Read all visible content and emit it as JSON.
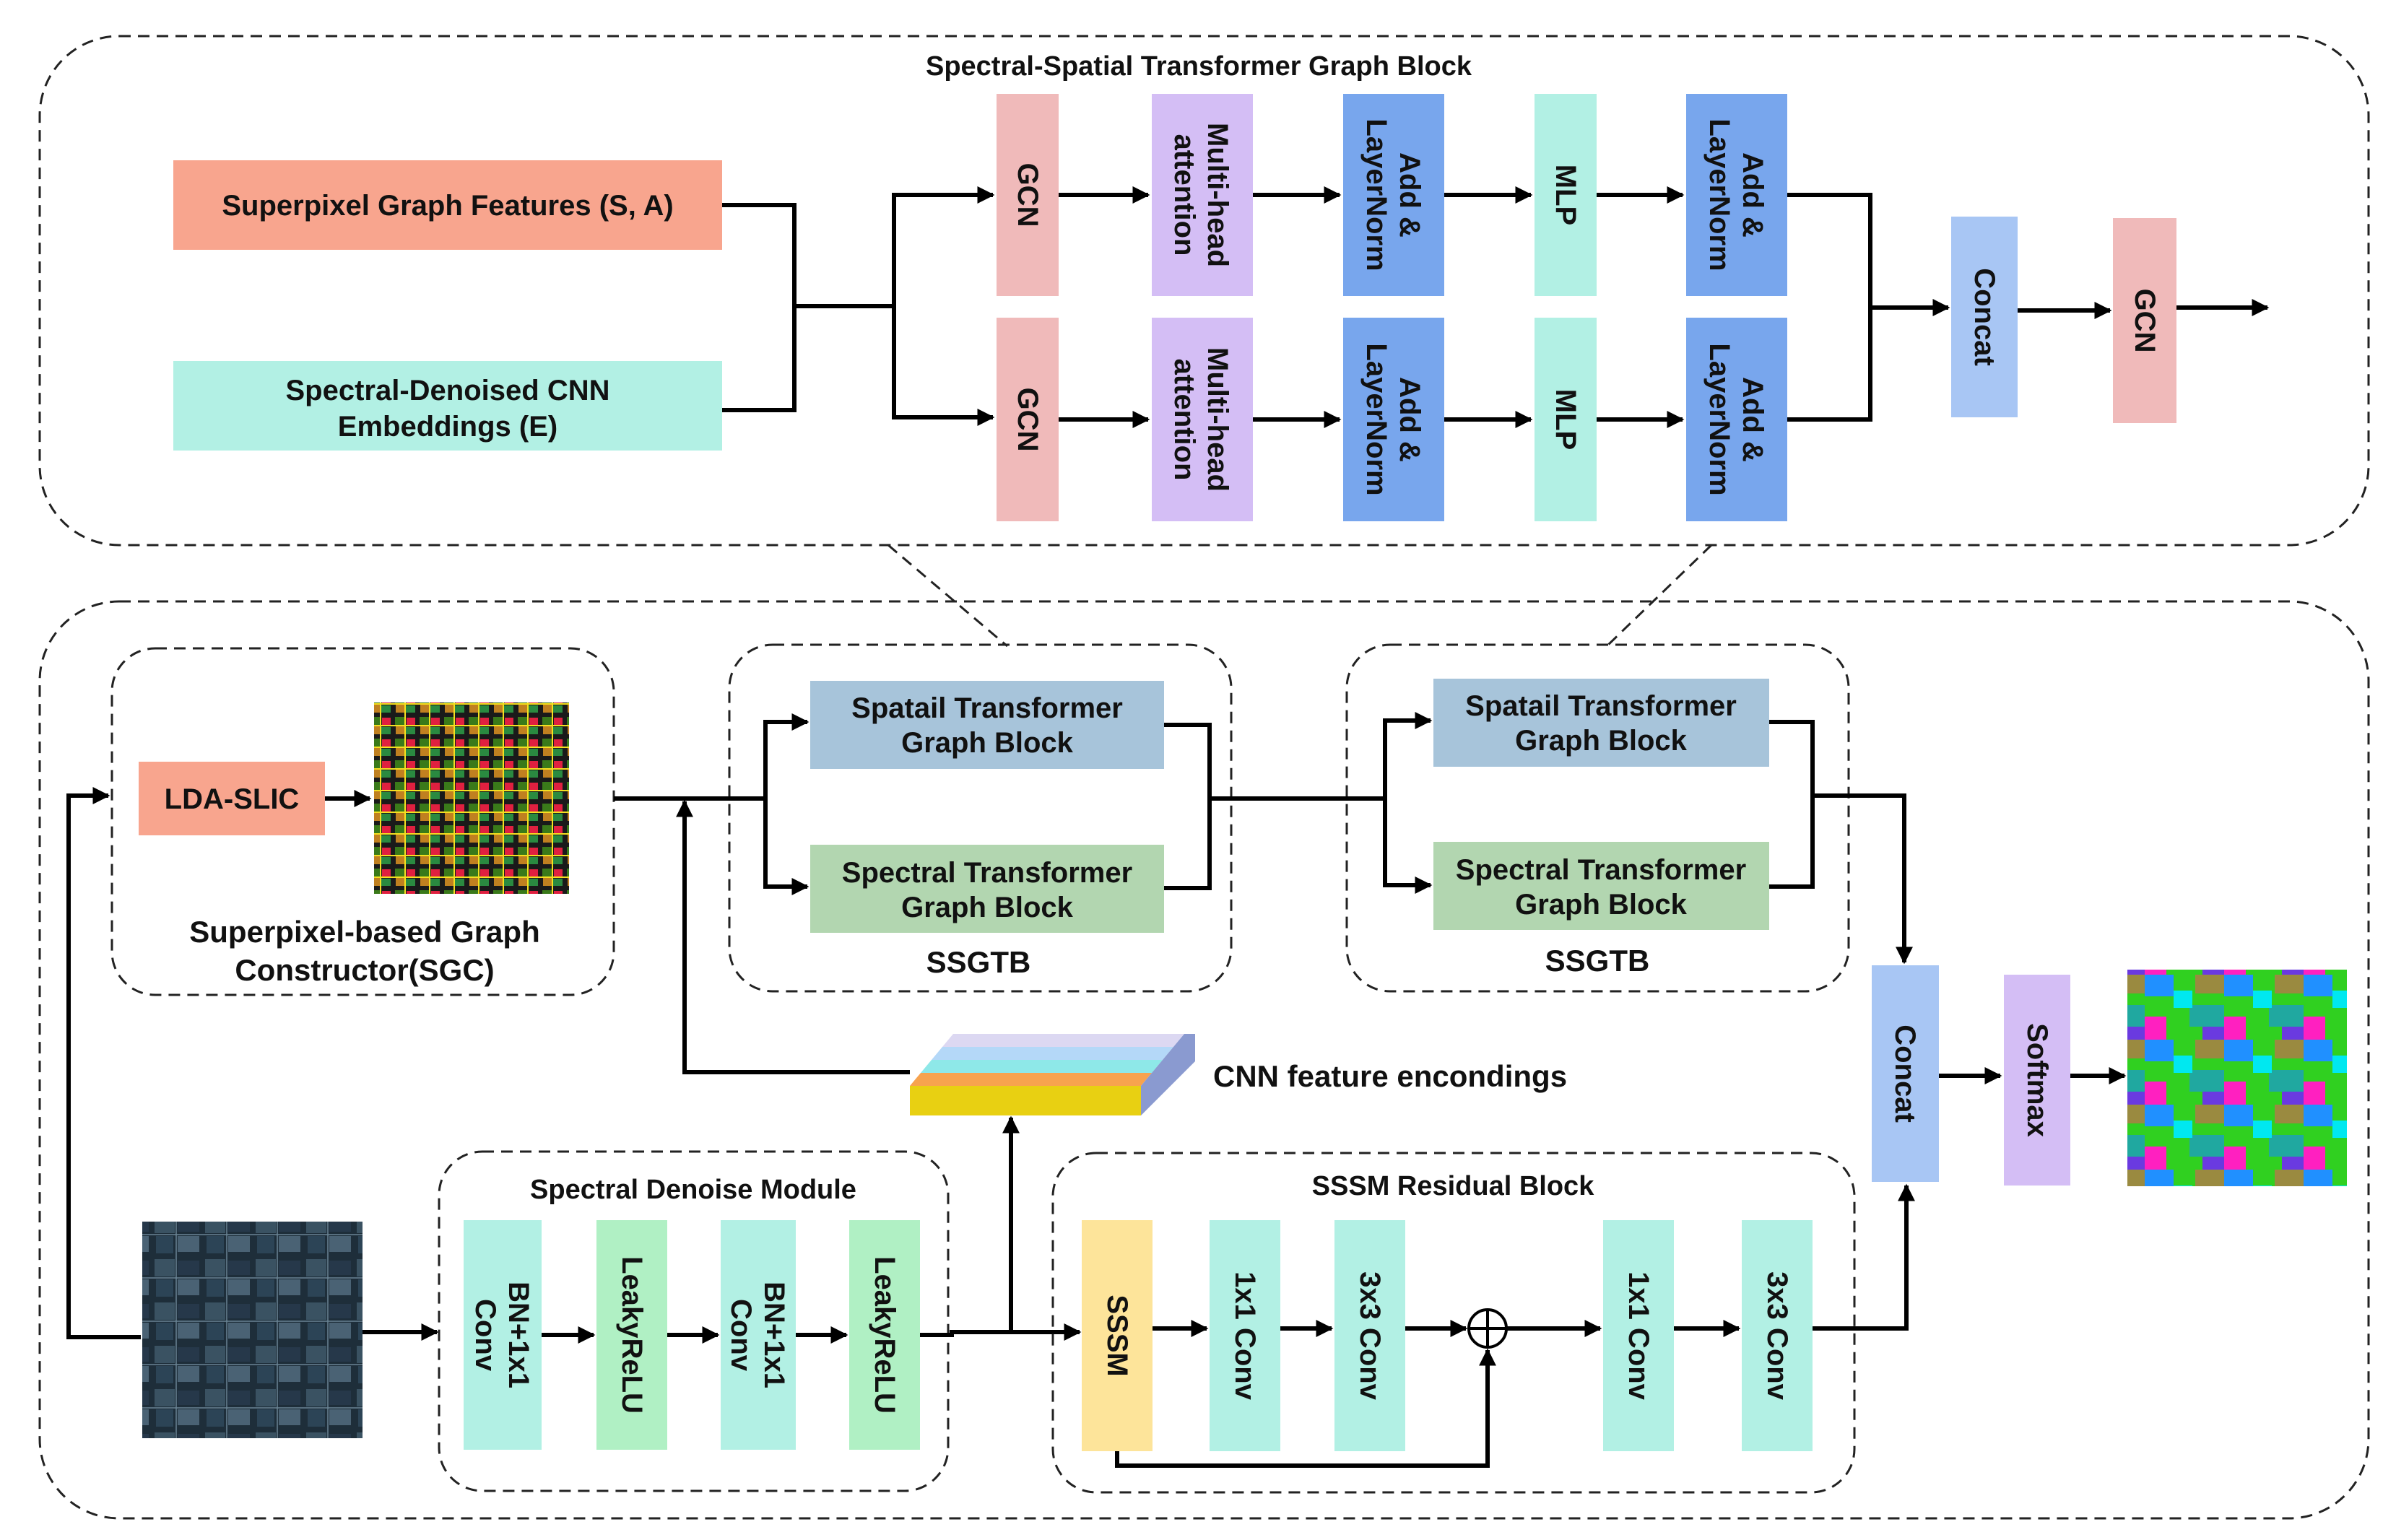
{
  "top_block": {
    "title": "Spectral-Spatial Transformer Graph Block"
  },
  "inputs": {
    "superpixel_features": "Superpixel Graph Features (S, A)",
    "cnn_embeddings_line1": "Spectral-Denoised CNN",
    "cnn_embeddings_line2": "Embeddings (E)"
  },
  "branch": {
    "gcn": "GCN",
    "mha_line1": "Multi-head",
    "mha_line2": "attention",
    "add_line1": "Add &",
    "add_line2": "LayerNorm",
    "mlp": "MLP"
  },
  "concat": "Concat",
  "softmax": "Softmax",
  "sgc": {
    "lda_slic": "LDA-SLIC",
    "caption_line1": "Superpixel-based Graph",
    "caption_line2": "Constructor(SGC)"
  },
  "ssgtb": {
    "spatial_line1": "Spatail Transformer",
    "spatial_line2": "Graph Block",
    "spectral_line1": "Spectral Transformer",
    "spectral_line2": "Graph Block",
    "caption": "SSGTB"
  },
  "cnn_feature_label": "CNN feature encondings",
  "denoise": {
    "title": "Spectral Denoise Module",
    "bn_conv_line1": "BN+1x1",
    "bn_conv_line2": "Conv",
    "leaky_relu": "LeakyReLU"
  },
  "sssm": {
    "title": "SSSM Residual Block",
    "sssm": "SSSM",
    "conv1x1": "1x1 Conv",
    "conv3x3": "3x3 Conv"
  },
  "colors": {
    "salmon": "#F8A58E",
    "mint": "#B2F0E4",
    "pink": "#F0BABA",
    "lavender": "#D4BEF5",
    "blue": "#78A6ED",
    "light_blue": "#A8C6F4",
    "steel": "#A7C4DA",
    "sage": "#B2D6B0",
    "green": "#B0F0C4",
    "yellow": "#FDE49A"
  }
}
